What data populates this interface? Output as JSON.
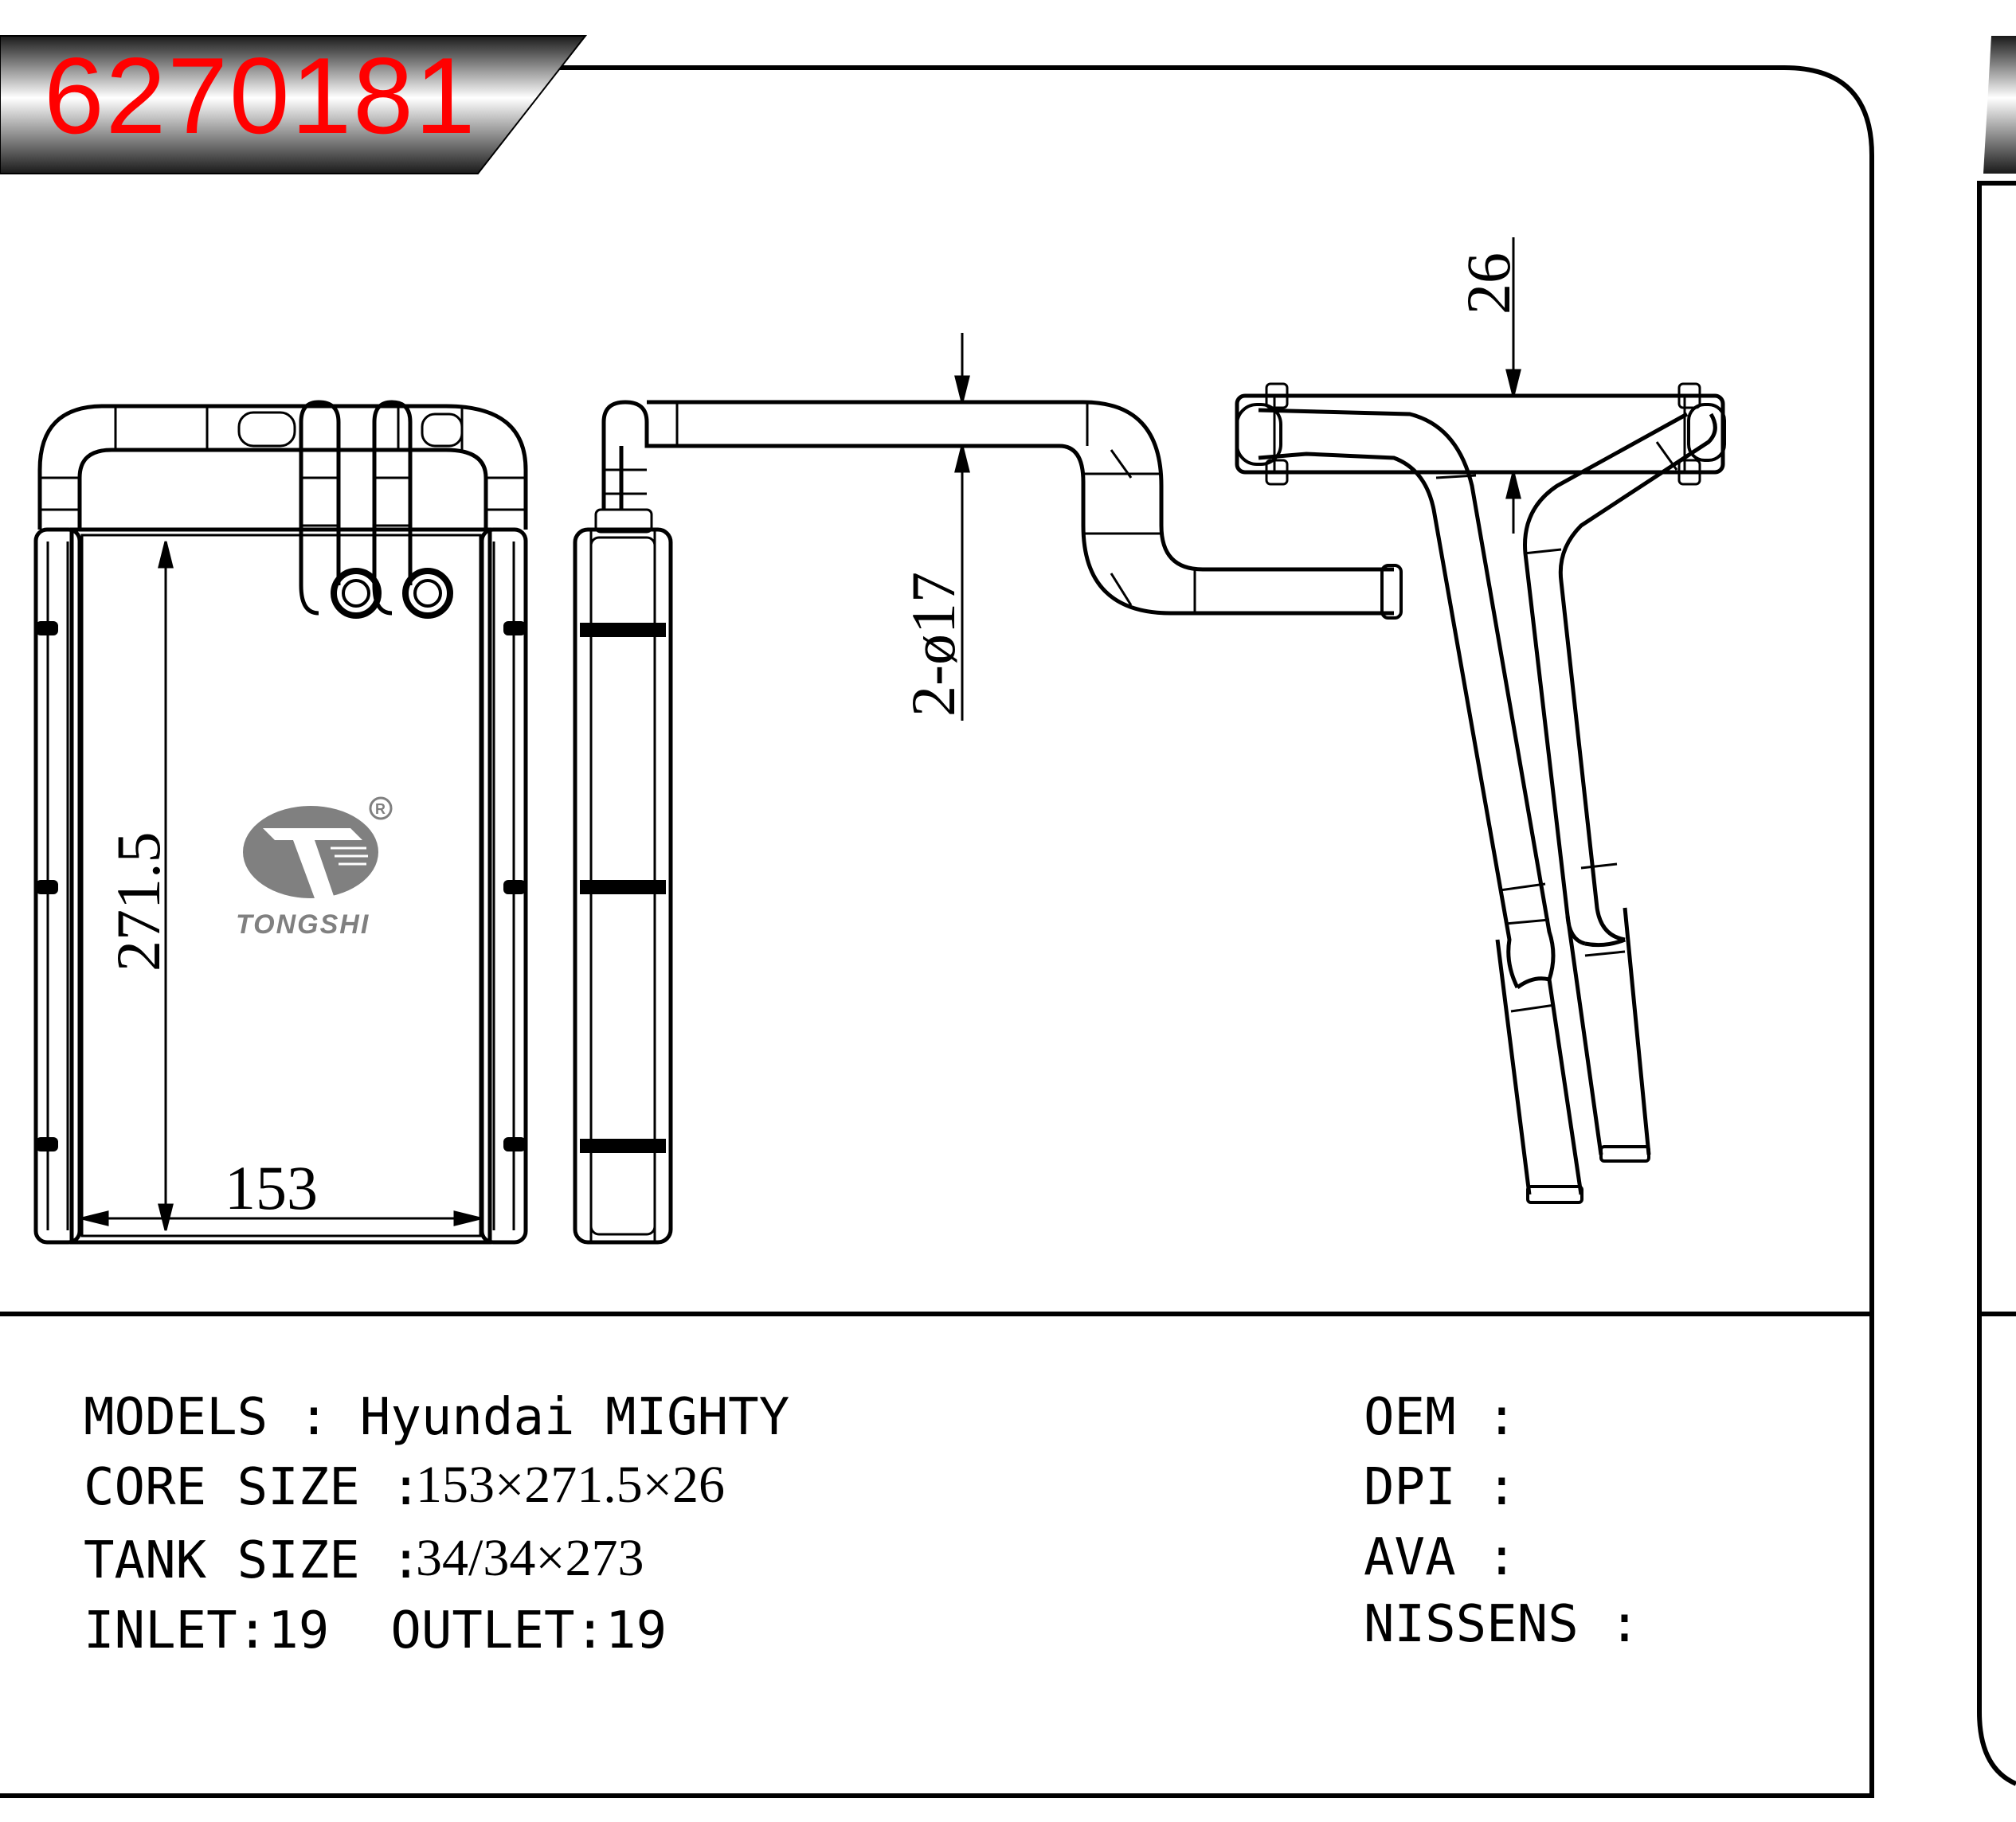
{
  "part_number": "6270181",
  "brand": "TONGSHI",
  "dimensions": {
    "height": "271.5",
    "width": "153",
    "pipes": "2-ø17",
    "depth": "26"
  },
  "specs": {
    "models": "MODELS : Hyundai MIGHTY",
    "core_label": "CORE SIZE :",
    "core_value": "153×271.5×26",
    "tank_label": "TANK SIZE :",
    "tank_value": "34/34×273",
    "inlet_outlet": "INLET:19  OUTLET:19"
  },
  "references": {
    "oem": "OEM :",
    "dpi": "DPI :",
    "ava": "AVA :",
    "nissens": "NISSENS :"
  },
  "colors": {
    "part_number": "#ff0000",
    "lines": "#000000",
    "logo": "#808080"
  }
}
